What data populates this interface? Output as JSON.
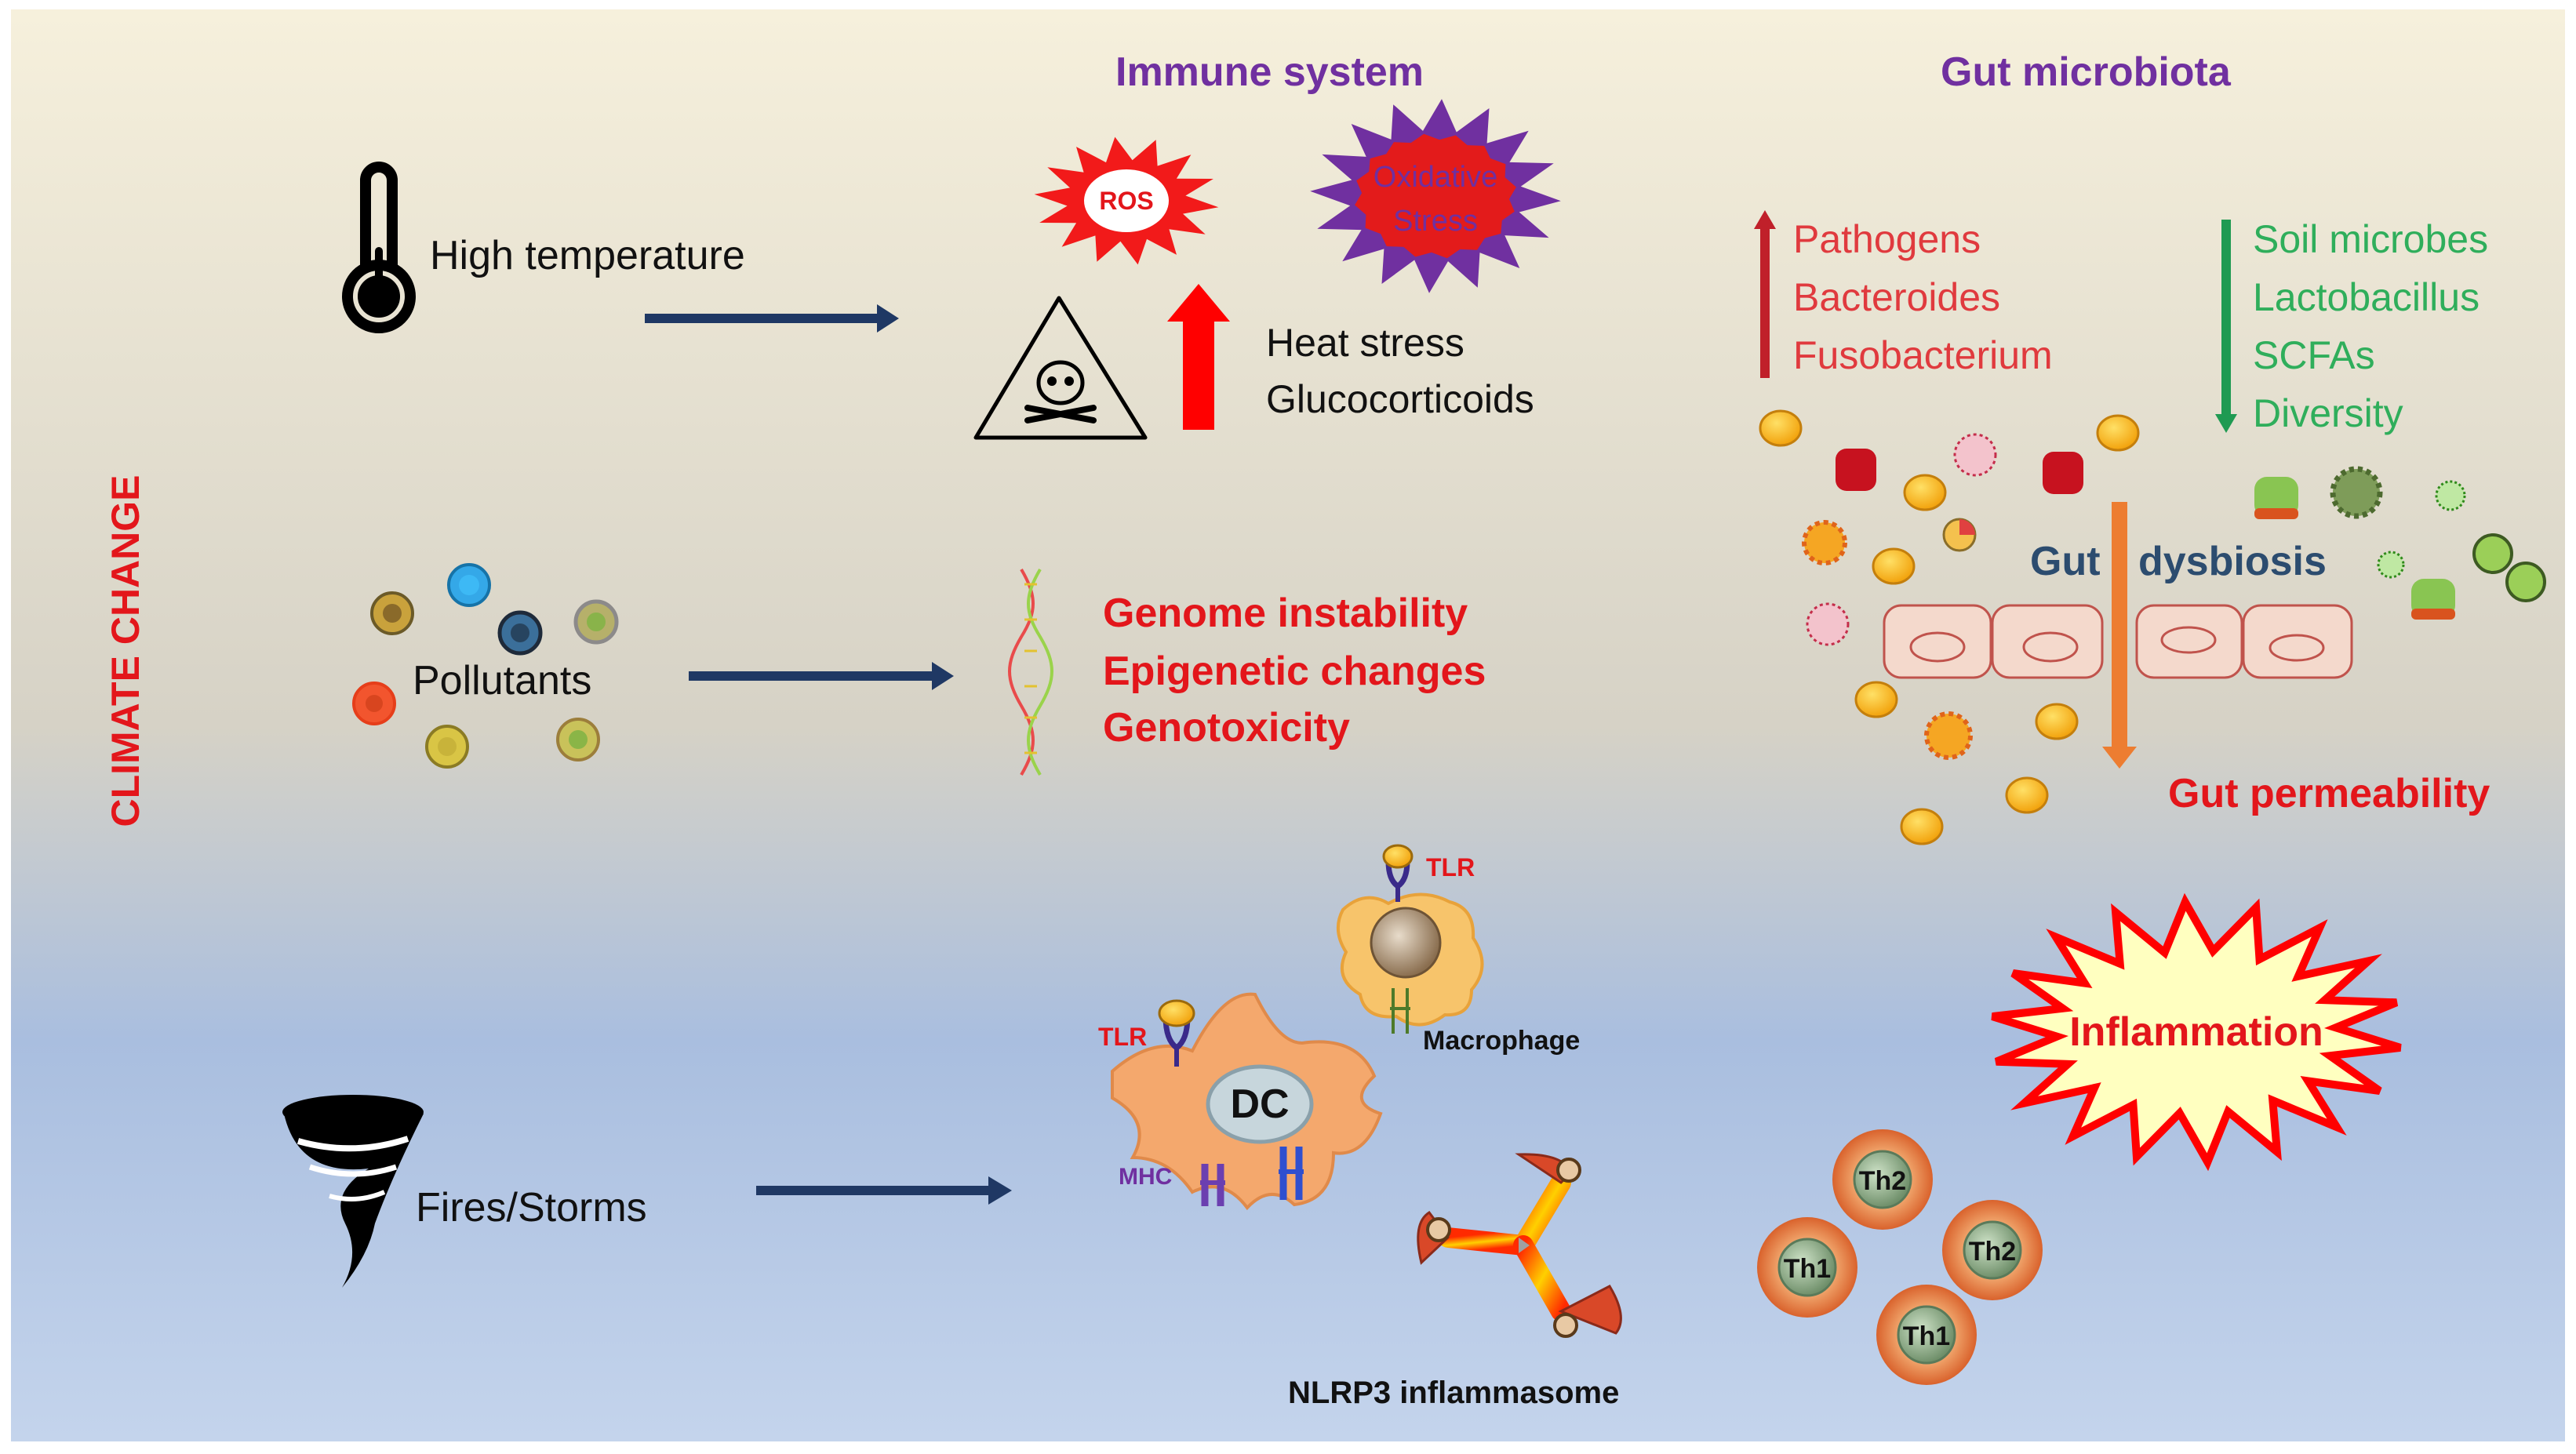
{
  "side_label": "CLIMATE CHANGE",
  "headings": {
    "immune": "Immune system",
    "gut": "Gut microbiota"
  },
  "factors": {
    "temperature": "High temperature",
    "pollutants": "Pollutants",
    "storms": "Fires/Storms"
  },
  "immune_stress": {
    "ros": "ROS",
    "oxidative_line1": "Oxidative",
    "oxidative_line2": "Stress",
    "heat": "Heat stress",
    "gluco": "Glucocorticoids"
  },
  "genome": [
    "Genome instability",
    "Epigenetic changes",
    "Genotoxicity"
  ],
  "gut_up": [
    "Pathogens",
    "Bacteroides",
    "Fusobacterium"
  ],
  "gut_down": [
    "Soil microbes",
    "Lactobacillus",
    "SCFAs",
    "Diversity"
  ],
  "gut_dysbiosis": {
    "part1": "Gut",
    "part2": "dysbiosis"
  },
  "gut_permeability": "Gut permeability",
  "cells": {
    "tlr": "TLR",
    "dc": "DC",
    "mhc": "MHC",
    "macrophage": "Macrophage",
    "nlrp3": "NLRP3 inflammasome"
  },
  "inflammation": "Inflammation",
  "t_cells": [
    "Th2",
    "Th1",
    "Th2",
    "Th1"
  ],
  "colors": {
    "arrow": "#1f3864",
    "red": "#e3161b",
    "green": "#2fae5b",
    "purple": "#7030a0",
    "orange": "#ed7d31"
  }
}
